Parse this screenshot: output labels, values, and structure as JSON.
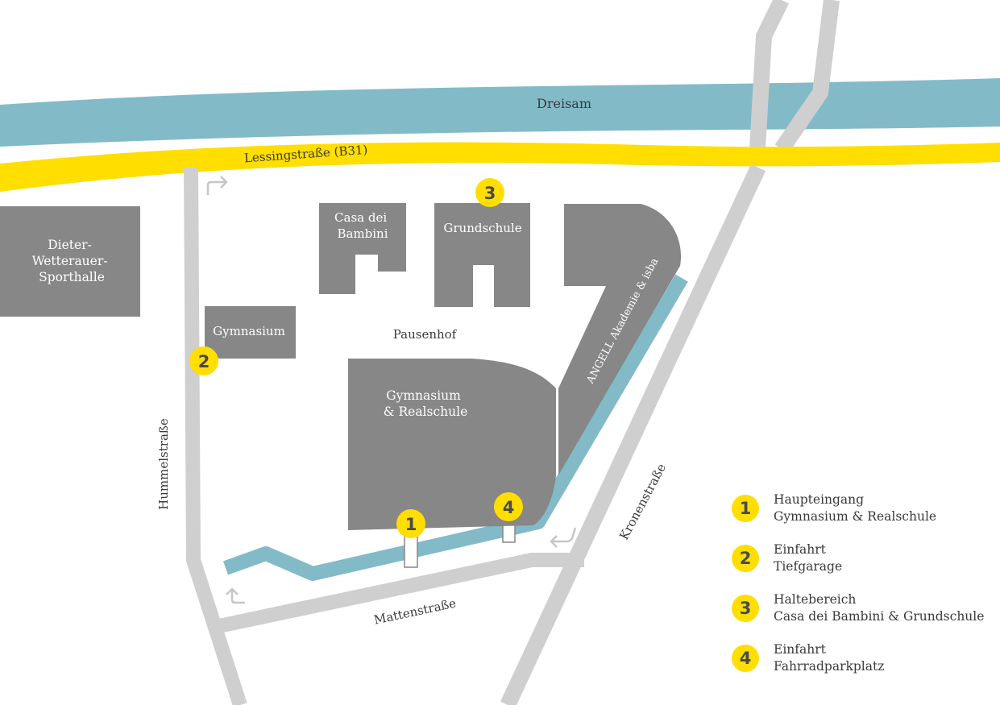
{
  "colors": {
    "river": "#82bbc7",
    "main_road": "#ffde00",
    "street": "#cfcfcf",
    "building": "#878787",
    "marker": "#ffde00",
    "marker_text": "#4a4a4a",
    "arrow": "#c6c6c6"
  },
  "map": {
    "river_label": "Dreisam",
    "main_road_label": "Lessingstraße (B31)",
    "streets": {
      "hummel": "Hummelstraße",
      "matten": "Mattenstraße",
      "kronen": "Kronenstraße"
    },
    "buildings": {
      "sporthalle": [
        "Dieter-",
        "Wetterauer-",
        "Sporthalle"
      ],
      "gymnasium_small": "Gymnasium",
      "casa": [
        "Casa dei",
        "Bambini"
      ],
      "grundschule": "Grundschule",
      "gym_real": [
        "Gymnasium",
        "& Realschule"
      ],
      "angell": "ANGELL Akademie & isba"
    },
    "area_label": "Pausenhof",
    "markers": [
      {
        "num": "1"
      },
      {
        "num": "2"
      },
      {
        "num": "3"
      },
      {
        "num": "4"
      }
    ]
  },
  "legend": [
    {
      "num": "1",
      "line1": "Haupteingang",
      "line2": "Gymnasium & Realschule"
    },
    {
      "num": "2",
      "line1": "Einfahrt",
      "line2": "Tiefgarage"
    },
    {
      "num": "3",
      "line1": "Haltebereich",
      "line2": "Casa dei Bambini & Grundschule"
    },
    {
      "num": "4",
      "line1": "Einfahrt",
      "line2": "Fahrradparkplatz"
    }
  ]
}
